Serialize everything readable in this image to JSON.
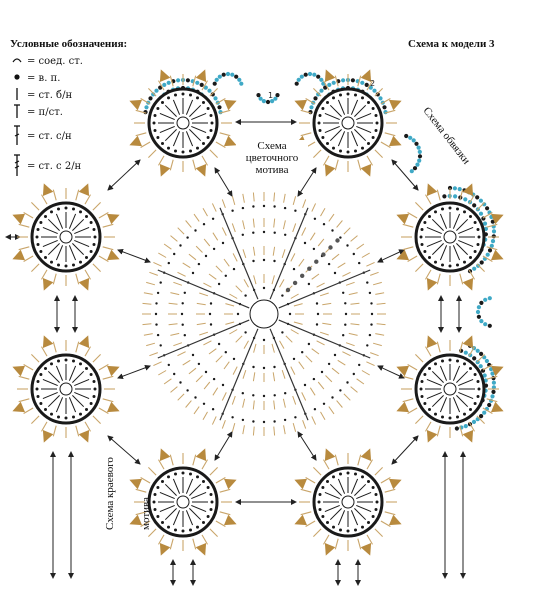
{
  "legend": {
    "title": "Условные обозначения:",
    "items": [
      {
        "symbol": "ss-symbol",
        "label": "= соед. ст."
      },
      {
        "symbol": "ch-symbol",
        "label": "= в. п."
      },
      {
        "symbol": "sc-symbol",
        "label": "= ст. б/н"
      },
      {
        "symbol": "hdc-symbol",
        "label": "= п/ст."
      },
      {
        "symbol": "dc-symbol",
        "label": "= ст. с/н"
      },
      {
        "symbol": "tr-symbol",
        "label": "= ст. с 2/н"
      }
    ]
  },
  "scheme_title": "Схема к модели 3",
  "label_center": [
    "Схема",
    "цветочного",
    "мотива"
  ],
  "label_edge": [
    "Схема краевого",
    "мотива"
  ],
  "label_trim": "Схема обвязки",
  "marker_1": "1",
  "marker_2": "2",
  "colors": {
    "stitch_tan": "#c9a56a",
    "stitch_dark": "#1a1a1a",
    "trim_blue": "#3fa9c6",
    "spike_brown": "#b88a3e",
    "arrow": "#222222"
  }
}
